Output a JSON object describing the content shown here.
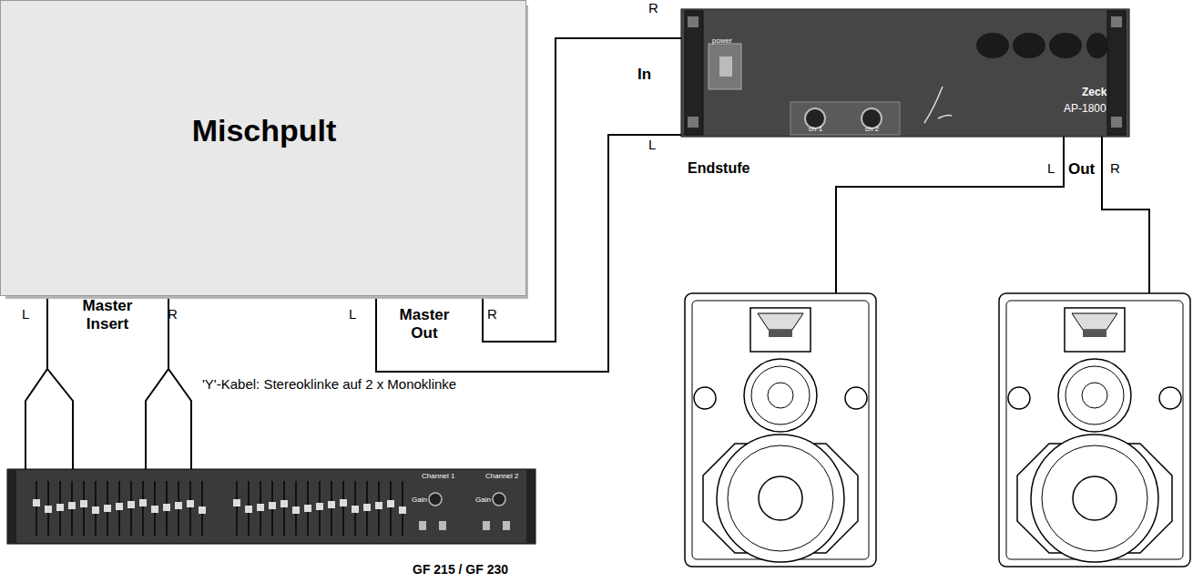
{
  "diagram": {
    "nodes": [
      {
        "text": [
          "Mischpult"
        ]
      },
      {
        "text": [
          "Endstufe",
          "power",
          "ch 1",
          "ch 2",
          "Zeck",
          "AP-1800"
        ]
      },
      {
        "text": [
          "GF 215 / GF 230",
          "Channel 1",
          "Channel 2",
          "Gain",
          "Gain"
        ]
      }
    ],
    "edges": [
      {
        "from": 0,
        "to": 2,
        "arrow": "none"
      },
      {
        "from": 0,
        "to": 2,
        "arrow": "none"
      },
      {
        "from": 0,
        "to": 1,
        "arrow": "none"
      },
      {
        "from": 0,
        "to": 1,
        "arrow": "none"
      }
    ],
    "labels": [
      "L",
      "Master Insert",
      "R",
      "L",
      "Master Out",
      "R",
      "'Y'-Kabel: Stereoklinke auf 2 x Monoklinke",
      "R",
      "In",
      "L",
      "L",
      "Out",
      "R"
    ]
  }
}
